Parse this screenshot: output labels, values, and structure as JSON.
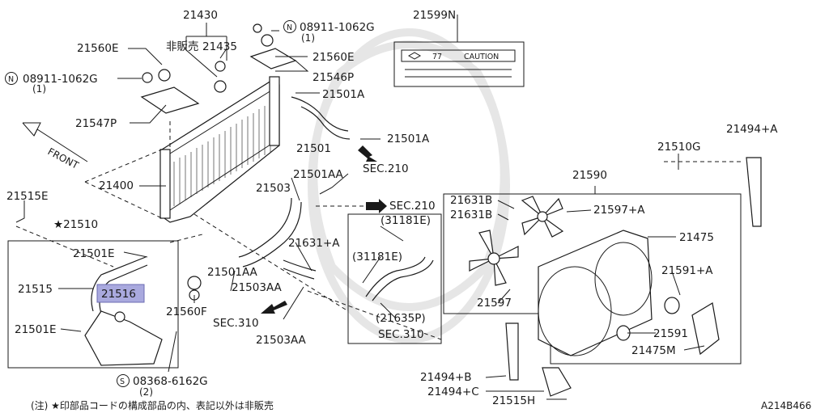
{
  "diagram": {
    "code": "A214B466",
    "footnote": "(注) ★印部品コードの構成部品の内、表記以外は非販売",
    "front_label": "FRONT",
    "caution_label": {
      "part": "21599N",
      "text": "CAUTION",
      "mark": "77"
    },
    "highlighted_part": "21516",
    "parts": {
      "p21430": "21430",
      "p21435": "21435",
      "p_hihanbai": "非販売",
      "p21560E_a": "21560E",
      "p21560E_b": "21560E",
      "p08911_a": "08911-1062G",
      "p08911_a_qty": "(1)",
      "p08911_b": "08911-1062G",
      "p08911_b_qty": "(1)",
      "p21546P": "21546P",
      "p21501A_a": "21501A",
      "p21501A_b": "21501A",
      "p21547P": "21547P",
      "p21501": "21501",
      "sec210_a": "SEC.210",
      "sec210_b": "SEC.210",
      "p21494A_top": "21494+A",
      "p21510G": "21510G",
      "p21400": "21400",
      "p21501AA_a": "21501AA",
      "p21503": "21503",
      "p21590": "21590",
      "p21515E": "21515E",
      "p21631B_a": "21631B",
      "p21631B_b": "21631B",
      "p21597A": "21597+A",
      "p31181E_a": "(31181E)",
      "p31181E_b": "(31181E)",
      "p21510": "★21510",
      "p21475": "21475",
      "p21631A": "21631+A",
      "p21501E_a": "21501E",
      "p21501AA_b": "21501AA",
      "p21591A": "21591+A",
      "p21515": "21515",
      "p21516": "21516",
      "p21503AA_a": "21503AA",
      "p21597": "21597",
      "p21560F": "21560F",
      "p21635P": "(21635P)",
      "sec310_a": "SEC.310",
      "sec310_b": "SEC.310",
      "p21501E_b": "21501E",
      "p21591": "21591",
      "p21503AA_b": "21503AA",
      "p21475M": "21475M",
      "p21494B": "21494+B",
      "p21494C": "21494+C",
      "p08368": "08368-6162G",
      "p08368_qty": "(2)",
      "p21515H": "21515H",
      "n_mark": "N",
      "s_mark": "S"
    }
  }
}
